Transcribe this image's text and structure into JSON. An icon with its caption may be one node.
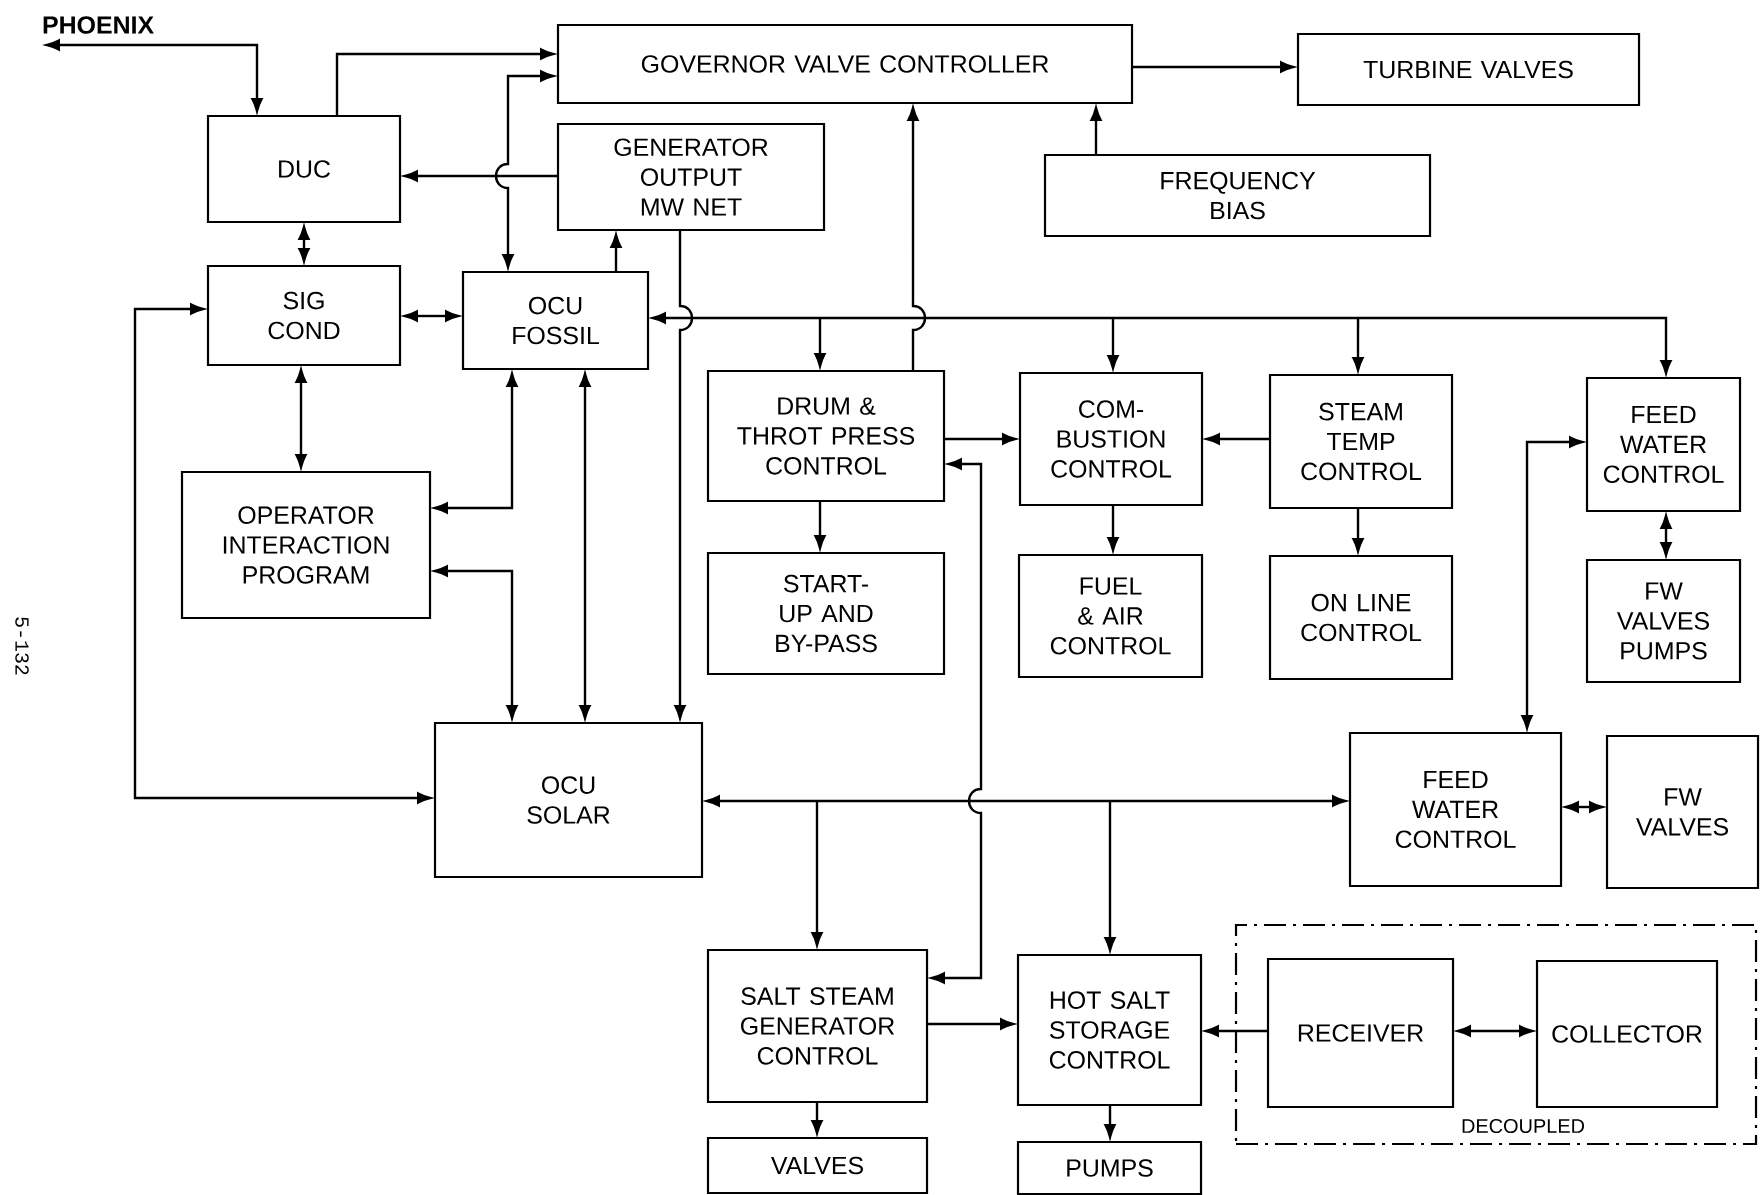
{
  "diagram": {
    "nodes": [
      {
        "text": [
          "PHOENIX"
        ]
      },
      {
        "text": [
          "GOVERNOR VALVE CONTROLLER"
        ]
      },
      {
        "text": [
          "TURBINE VALVES"
        ]
      },
      {
        "text": [
          "DUC"
        ]
      },
      {
        "text": [
          "GENERATOR OUTPUT MW NET"
        ]
      },
      {
        "text": [
          "FREQUENCY BIAS"
        ]
      },
      {
        "text": [
          "SIG COND"
        ]
      },
      {
        "text": [
          "OCU FOSSIL"
        ]
      },
      {
        "text": [
          "DRUM & THROT PRESS CONTROL"
        ]
      },
      {
        "text": [
          "COM- BUSTION CONTROL"
        ]
      },
      {
        "text": [
          "STEAM TEMP CONTROL"
        ]
      },
      {
        "text": [
          "FEED WATER CONTROL"
        ]
      },
      {
        "text": [
          "OPERATOR INTERACTION PROGRAM"
        ]
      },
      {
        "text": [
          "START-UP AND BY-PASS"
        ]
      },
      {
        "text": [
          "FUEL & AIR CONTROL"
        ]
      },
      {
        "text": [
          "ON LINE CONTROL"
        ]
      },
      {
        "text": [
          "FW VALVES PUMPS"
        ]
      },
      {
        "text": [
          "OCU SOLAR"
        ]
      },
      {
        "text": [
          "FEED WATER CONTROL"
        ]
      },
      {
        "text": [
          "FW VALVES"
        ]
      },
      {
        "text": [
          "SALT STEAM GENERATOR CONTROL"
        ]
      },
      {
        "text": [
          "HOT SALT STORAGE CONTROL"
        ]
      },
      {
        "text": [
          "DECOUPLED"
        ]
      },
      {
        "text": [
          "RECEIVER"
        ],
        "in": 22
      },
      {
        "text": [
          "COLLECTOR"
        ],
        "in": 22
      },
      {
        "text": [
          "VALVES"
        ]
      },
      {
        "text": [
          "PUMPS"
        ]
      }
    ],
    "edges": [
      {
        "from": 0,
        "to": 3,
        "arrow": "both"
      },
      {
        "from": 3,
        "to": 1,
        "arrow": "to"
      },
      {
        "from": 7,
        "to": 1,
        "arrow": "both"
      },
      {
        "from": 4,
        "to": 3,
        "arrow": "to"
      },
      {
        "from": 7,
        "to": 4,
        "arrow": "to"
      },
      {
        "from": 4,
        "to": 17,
        "arrow": "to"
      },
      {
        "from": 3,
        "to": 6,
        "arrow": "both"
      },
      {
        "from": 6,
        "to": 7,
        "arrow": "both"
      },
      {
        "from": 6,
        "to": 12,
        "arrow": "both"
      },
      {
        "from": 6,
        "to": 17,
        "arrow": "both"
      },
      {
        "from": 7,
        "to": 12,
        "arrow": "both"
      },
      {
        "from": 12,
        "to": 17,
        "arrow": "both"
      },
      {
        "from": 7,
        "to": 17,
        "arrow": "both"
      },
      {
        "from": 7,
        "to": 8,
        "arrow": "both"
      },
      {
        "from": 7,
        "to": 9,
        "arrow": "both"
      },
      {
        "from": 7,
        "to": 10,
        "arrow": "both"
      },
      {
        "from": 7,
        "to": 11,
        "arrow": "both"
      },
      {
        "from": 8,
        "to": 1,
        "arrow": "to"
      },
      {
        "from": 5,
        "to": 1,
        "arrow": "to"
      },
      {
        "from": 1,
        "to": 2,
        "arrow": "to"
      },
      {
        "from": 8,
        "to": 9,
        "arrow": "to"
      },
      {
        "from": 10,
        "to": 9,
        "arrow": "to"
      },
      {
        "from": 8,
        "to": 13,
        "arrow": "to"
      },
      {
        "from": 9,
        "to": 14,
        "arrow": "to"
      },
      {
        "from": 10,
        "to": 15,
        "arrow": "to"
      },
      {
        "from": 11,
        "to": 16,
        "arrow": "both"
      },
      {
        "from": 11,
        "to": 18,
        "arrow": "both"
      },
      {
        "from": 17,
        "to": 18,
        "arrow": "both"
      },
      {
        "from": 17,
        "to": 20,
        "arrow": "both"
      },
      {
        "from": 17,
        "to": 21,
        "arrow": "both"
      },
      {
        "from": 8,
        "to": 20,
        "arrow": "both"
      },
      {
        "from": 20,
        "to": 21,
        "arrow": "to"
      },
      {
        "from": 23,
        "to": 21,
        "arrow": "to"
      },
      {
        "from": 23,
        "to": 24,
        "arrow": "both"
      },
      {
        "from": 18,
        "to": 19,
        "arrow": "both"
      },
      {
        "from": 20,
        "to": 25,
        "arrow": "to"
      },
      {
        "from": 21,
        "to": 26,
        "arrow": "to"
      }
    ],
    "labels": [
      "5-132"
    ]
  }
}
